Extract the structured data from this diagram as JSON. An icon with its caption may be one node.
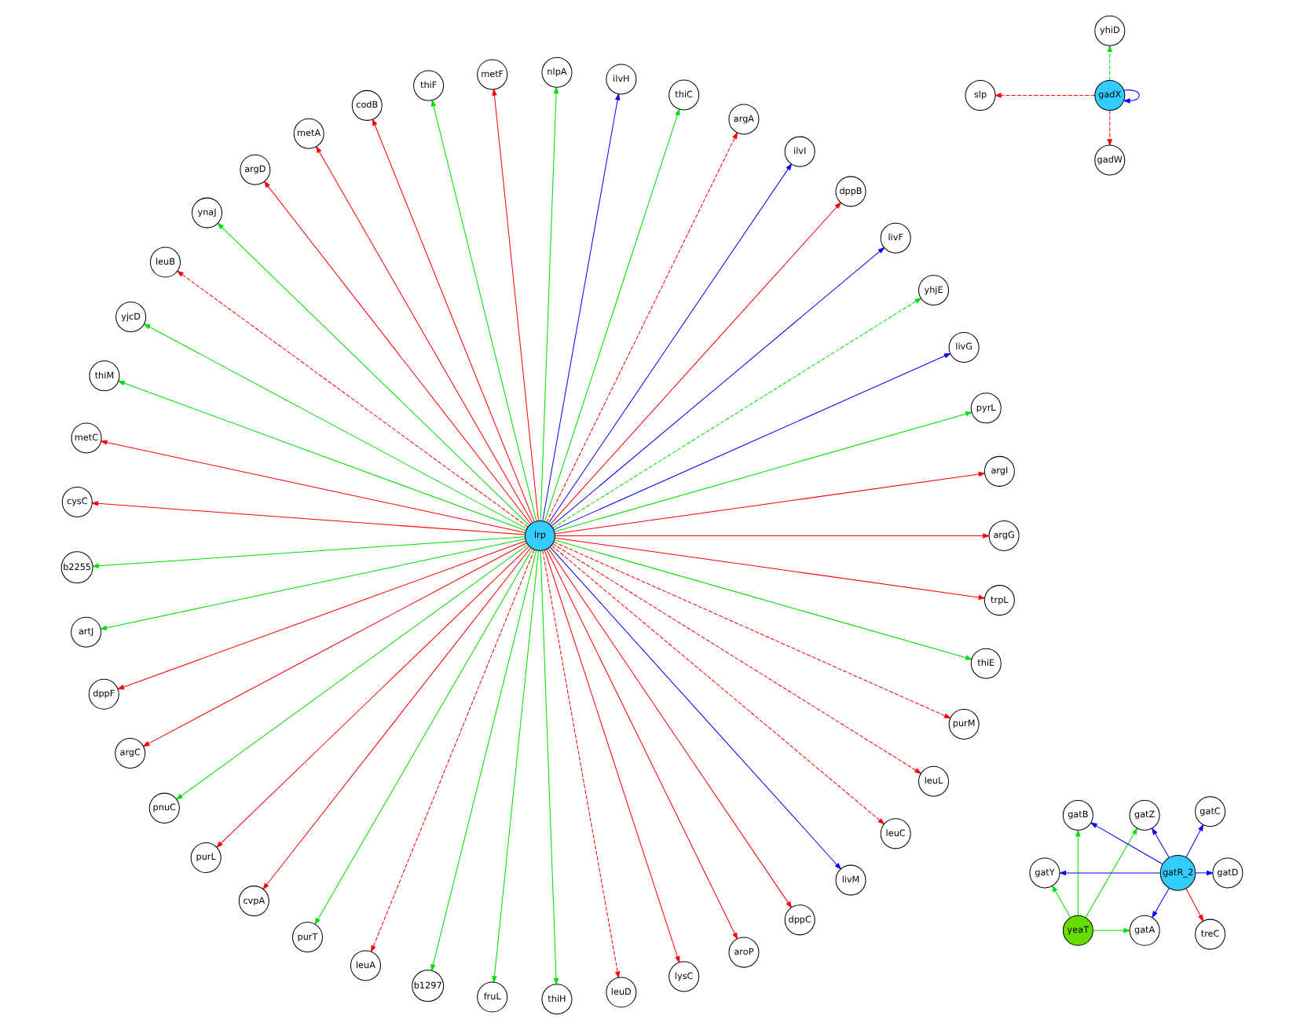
{
  "diagram": {
    "nodes": [
      {
        "text": [
          "yeaT"
        ]
      },
      {
        "text": [
          "gatY"
        ]
      },
      {
        "text": [
          "gatA"
        ]
      },
      {
        "text": [
          "gatB"
        ]
      },
      {
        "text": [
          "gatZ"
        ]
      },
      {
        "text": [
          "gatR_2"
        ]
      },
      {
        "text": [
          "treC"
        ]
      },
      {
        "text": [
          "gatD"
        ]
      },
      {
        "text": [
          "gatC"
        ]
      },
      {
        "text": [
          "slp"
        ]
      },
      {
        "text": [
          "gadX"
        ]
      },
      {
        "text": [
          "gadW"
        ]
      },
      {
        "text": [
          "yhiD"
        ]
      },
      {
        "text": [
          "lrp"
        ]
      },
      {
        "text": [
          "argG"
        ]
      },
      {
        "text": [
          "argI"
        ]
      },
      {
        "text": [
          "pyrL"
        ]
      },
      {
        "text": [
          "livG"
        ]
      },
      {
        "text": [
          "yhjE"
        ]
      },
      {
        "text": [
          "livF"
        ]
      },
      {
        "text": [
          "dppB"
        ]
      },
      {
        "text": [
          "ilvI"
        ]
      },
      {
        "text": [
          "argA"
        ]
      },
      {
        "text": [
          "thiC"
        ]
      },
      {
        "text": [
          "ilvH"
        ]
      },
      {
        "text": [
          "nlpA"
        ]
      },
      {
        "text": [
          "metF"
        ]
      },
      {
        "text": [
          "thiF"
        ]
      },
      {
        "text": [
          "codB"
        ]
      },
      {
        "text": [
          "metA"
        ]
      },
      {
        "text": [
          "argD"
        ]
      },
      {
        "text": [
          "ynaJ"
        ]
      },
      {
        "text": [
          "leuB"
        ]
      },
      {
        "text": [
          "yjcD"
        ]
      },
      {
        "text": [
          "thiM"
        ]
      },
      {
        "text": [
          "metC"
        ]
      },
      {
        "text": [
          "cysC"
        ]
      },
      {
        "text": [
          "b2255"
        ]
      },
      {
        "text": [
          "artJ"
        ]
      },
      {
        "text": [
          "dppF"
        ]
      },
      {
        "text": [
          "argC"
        ]
      },
      {
        "text": [
          "pnuC"
        ]
      },
      {
        "text": [
          "purL"
        ]
      },
      {
        "text": [
          "cvpA"
        ]
      },
      {
        "text": [
          "purT"
        ]
      },
      {
        "text": [
          "leuA"
        ]
      },
      {
        "text": [
          "b1297"
        ]
      },
      {
        "text": [
          "fruL"
        ]
      },
      {
        "text": [
          "thiH"
        ]
      },
      {
        "text": [
          "leuD"
        ]
      },
      {
        "text": [
          "lysC"
        ]
      },
      {
        "text": [
          "aroP"
        ]
      },
      {
        "text": [
          "dppC"
        ]
      },
      {
        "text": [
          "livM"
        ]
      },
      {
        "text": [
          "leuC"
        ]
      },
      {
        "text": [
          "leuL"
        ]
      },
      {
        "text": [
          "purM"
        ]
      },
      {
        "text": [
          "thiE"
        ]
      },
      {
        "text": [
          "trpL"
        ]
      }
    ],
    "edges": [
      {
        "from": 0,
        "to": 1,
        "arrow": "to",
        "color": "#00dd00"
      },
      {
        "from": 0,
        "to": 2,
        "arrow": "to",
        "color": "#00dd00"
      },
      {
        "from": 0,
        "to": 3,
        "arrow": "to",
        "color": "#00dd00"
      },
      {
        "from": 0,
        "to": 4,
        "arrow": "to",
        "color": "#00dd00"
      },
      {
        "from": 5,
        "to": 1,
        "arrow": "to",
        "color": "#0000ff"
      },
      {
        "from": 5,
        "to": 2,
        "arrow": "to",
        "color": "#0000ff"
      },
      {
        "from": 5,
        "to": 3,
        "arrow": "to",
        "color": "#0000ff"
      },
      {
        "from": 5,
        "to": 4,
        "arrow": "to",
        "color": "#0000ff"
      },
      {
        "from": 5,
        "to": 6,
        "arrow": "to"
      },
      {
        "from": 5,
        "to": 7,
        "arrow": "to",
        "color": "#0000ff"
      },
      {
        "from": 5,
        "to": 8,
        "arrow": "to",
        "color": "#0000ff"
      },
      {
        "from": 10,
        "to": 9,
        "arrow": "to",
        "style": "dashed"
      },
      {
        "from": 10,
        "to": 10,
        "arrow": "to",
        "color": "#0000ff"
      },
      {
        "from": 10,
        "to": 11,
        "arrow": "to",
        "style": "dashed"
      },
      {
        "from": 10,
        "to": 12,
        "arrow": "to",
        "style": "dashed",
        "color": "#00dd00"
      },
      {
        "from": 13,
        "to": 14,
        "arrow": "to"
      },
      {
        "from": 13,
        "to": 15,
        "arrow": "to"
      },
      {
        "from": 13,
        "to": 16,
        "arrow": "to",
        "color": "#00dd00"
      },
      {
        "from": 13,
        "to": 17,
        "arrow": "to",
        "color": "#0000ff"
      },
      {
        "from": 13,
        "to": 18,
        "arrow": "to",
        "style": "dashed",
        "color": "#00dd00"
      },
      {
        "from": 13,
        "to": 19,
        "arrow": "to",
        "color": "#0000ff"
      },
      {
        "from": 13,
        "to": 20,
        "arrow": "to"
      },
      {
        "from": 13,
        "to": 21,
        "arrow": "to",
        "color": "#0000ff"
      },
      {
        "from": 13,
        "to": 22,
        "arrow": "to",
        "style": "dashed"
      },
      {
        "from": 13,
        "to": 23,
        "arrow": "to",
        "color": "#00dd00"
      },
      {
        "from": 13,
        "to": 24,
        "arrow": "to",
        "color": "#0000ff"
      },
      {
        "from": 13,
        "to": 25,
        "arrow": "to",
        "color": "#00dd00"
      },
      {
        "from": 13,
        "to": 26,
        "arrow": "to"
      },
      {
        "from": 13,
        "to": 27,
        "arrow": "to",
        "color": "#00dd00"
      },
      {
        "from": 13,
        "to": 28,
        "arrow": "to"
      },
      {
        "from": 13,
        "to": 29,
        "arrow": "to"
      },
      {
        "from": 13,
        "to": 30,
        "arrow": "to"
      },
      {
        "from": 13,
        "to": 31,
        "arrow": "to",
        "color": "#00dd00"
      },
      {
        "from": 13,
        "to": 32,
        "arrow": "to",
        "style": "dashed"
      },
      {
        "from": 13,
        "to": 33,
        "arrow": "to",
        "color": "#00dd00"
      },
      {
        "from": 13,
        "to": 34,
        "arrow": "to",
        "color": "#00dd00"
      },
      {
        "from": 13,
        "to": 35,
        "arrow": "to"
      },
      {
        "from": 13,
        "to": 36,
        "arrow": "to"
      },
      {
        "from": 13,
        "to": 37,
        "arrow": "to",
        "color": "#00dd00"
      },
      {
        "from": 13,
        "to": 38,
        "arrow": "to",
        "color": "#00dd00"
      },
      {
        "from": 13,
        "to": 39,
        "arrow": "to"
      },
      {
        "from": 13,
        "to": 40,
        "arrow": "to"
      },
      {
        "from": 13,
        "to": 41,
        "arrow": "to",
        "color": "#00dd00"
      },
      {
        "from": 13,
        "to": 42,
        "arrow": "to"
      },
      {
        "from": 13,
        "to": 43,
        "arrow": "to"
      },
      {
        "from": 13,
        "to": 44,
        "arrow": "to",
        "color": "#00dd00"
      },
      {
        "from": 13,
        "to": 45,
        "arrow": "to",
        "style": "dashed"
      },
      {
        "from": 13,
        "to": 46,
        "arrow": "to",
        "color": "#00dd00"
      },
      {
        "from": 13,
        "to": 47,
        "arrow": "to",
        "color": "#00dd00"
      },
      {
        "from": 13,
        "to": 48,
        "arrow": "to",
        "color": "#00dd00"
      },
      {
        "from": 13,
        "to": 49,
        "arrow": "to",
        "style": "dashed"
      },
      {
        "from": 13,
        "to": 50,
        "arrow": "to"
      },
      {
        "from": 13,
        "to": 51,
        "arrow": "to"
      },
      {
        "from": 13,
        "to": 52,
        "arrow": "to"
      },
      {
        "from": 13,
        "to": 53,
        "arrow": "to",
        "color": "#0000ff"
      },
      {
        "from": 13,
        "to": 54,
        "arrow": "to",
        "style": "dashed"
      },
      {
        "from": 13,
        "to": 55,
        "arrow": "to",
        "style": "dashed"
      },
      {
        "from": 13,
        "to": 56,
        "arrow": "to",
        "style": "dashed"
      },
      {
        "from": 13,
        "to": 57,
        "arrow": "to",
        "color": "#00dd00"
      },
      {
        "from": 13,
        "to": 58,
        "arrow": "to"
      }
    ]
  }
}
